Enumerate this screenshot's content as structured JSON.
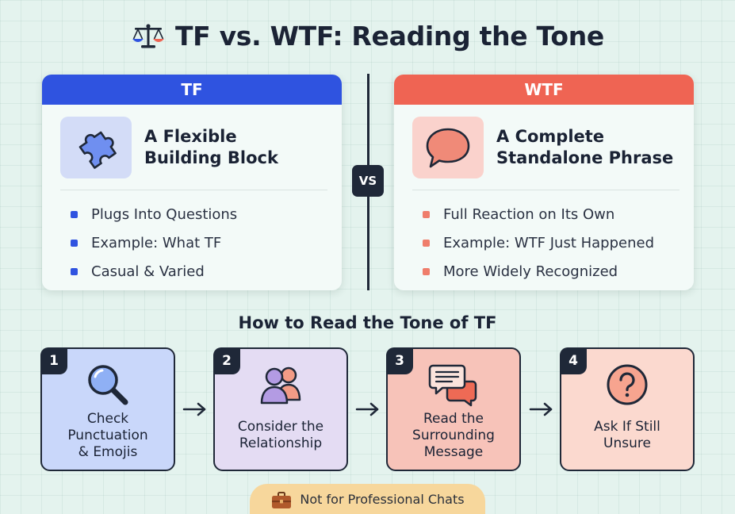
{
  "title": "TF vs. WTF: Reading the Tone",
  "title_icon": "scales-icon",
  "comparison": {
    "left": {
      "header": "TF",
      "icon": "puzzle-piece-icon",
      "heading": "A Flexible\nBuilding Block",
      "bullets": [
        "Plugs Into Questions",
        "Example: What TF",
        "Casual & Varied"
      ],
      "color": "#2f53e0"
    },
    "vs_label": "VS",
    "right": {
      "header": "WTF",
      "icon": "speech-bubble-icon",
      "heading": "A Complete\nStandalone Phrase",
      "bullets": [
        "Full Reaction on Its Own",
        "Example: WTF Just Happened",
        "More Widely Recognized"
      ],
      "color": "#ef6453"
    }
  },
  "steps_title": "How to Read the Tone of TF",
  "steps": [
    {
      "number": "1",
      "label": "Check\nPunctuation\n& Emojis",
      "icon": "magnifying-glass-icon",
      "color": "#c9d7fa"
    },
    {
      "number": "2",
      "label": "Consider the\nRelationship",
      "icon": "people-icon",
      "color": "#e4dcf3"
    },
    {
      "number": "3",
      "label": "Read the\nSurrounding\nMessage",
      "icon": "chat-bubbles-icon",
      "color": "#f7c3b9"
    },
    {
      "number": "4",
      "label": "Ask If Still\nUnsure",
      "icon": "question-circle-icon",
      "color": "#fbd9cf"
    }
  ],
  "footer": {
    "icon": "briefcase-icon",
    "text": "Not for Professional Chats"
  }
}
